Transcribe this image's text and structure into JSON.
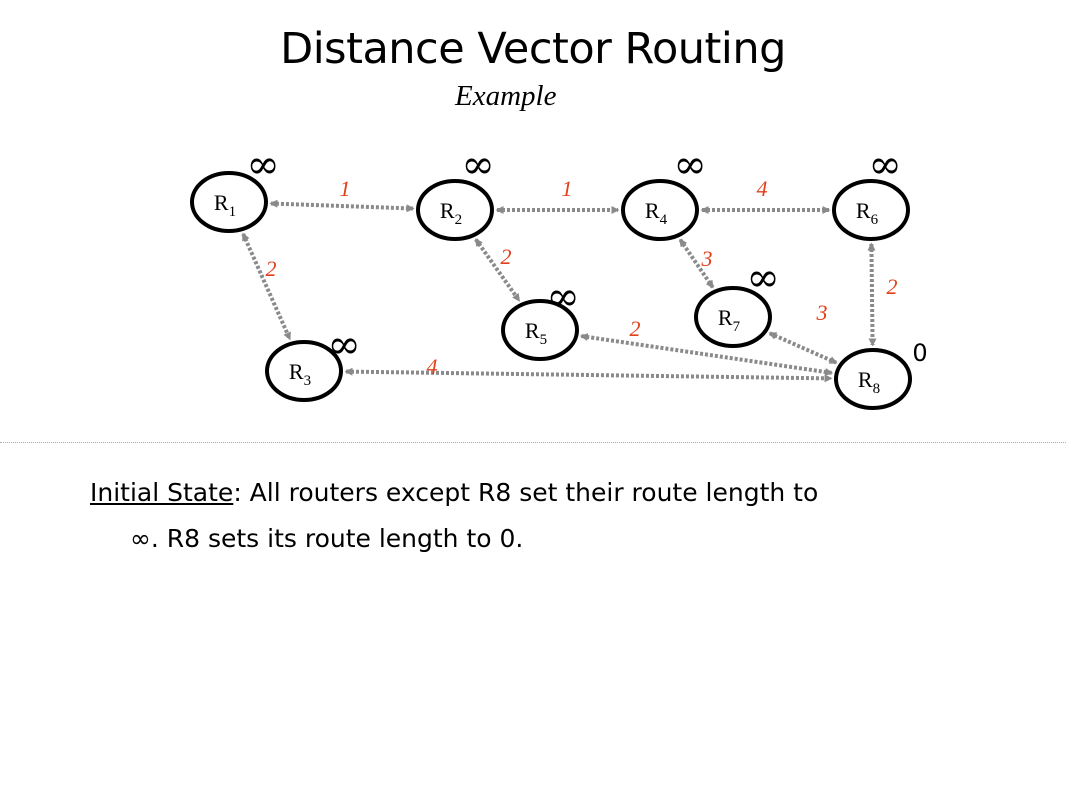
{
  "slide": {
    "title": "Distance Vector Routing",
    "subtitle": "Example"
  },
  "diagram": {
    "edge_color": "#8a8a8a",
    "weight_color": "#e0401a",
    "routers": [
      {
        "id": "R1",
        "base": "R",
        "sub": "1",
        "distance": "∞"
      },
      {
        "id": "R2",
        "base": "R",
        "sub": "2",
        "distance": "∞"
      },
      {
        "id": "R3",
        "base": "R",
        "sub": "3",
        "distance": "∞"
      },
      {
        "id": "R4",
        "base": "R",
        "sub": "4",
        "distance": "∞"
      },
      {
        "id": "R5",
        "base": "R",
        "sub": "5",
        "distance": "∞"
      },
      {
        "id": "R6",
        "base": "R",
        "sub": "6",
        "distance": "∞"
      },
      {
        "id": "R7",
        "base": "R",
        "sub": "7",
        "distance": "∞"
      },
      {
        "id": "R8",
        "base": "R",
        "sub": "8",
        "distance": "0"
      }
    ],
    "links": [
      {
        "from": "R1",
        "to": "R2",
        "weight": "1"
      },
      {
        "from": "R1",
        "to": "R3",
        "weight": "2"
      },
      {
        "from": "R2",
        "to": "R4",
        "weight": "1"
      },
      {
        "from": "R2",
        "to": "R5",
        "weight": "2"
      },
      {
        "from": "R4",
        "to": "R6",
        "weight": "4"
      },
      {
        "from": "R4",
        "to": "R7",
        "weight": "3"
      },
      {
        "from": "R6",
        "to": "R8",
        "weight": "2"
      },
      {
        "from": "R7",
        "to": "R8",
        "weight": "3"
      },
      {
        "from": "R5",
        "to": "R8",
        "weight": "2"
      },
      {
        "from": "R3",
        "to": "R8",
        "weight": "4"
      }
    ]
  },
  "caption": {
    "lead": "Initial State",
    "line1_rest": ": All routers except R8 set their route length to",
    "line2": "∞. R8 sets its route length to 0."
  }
}
